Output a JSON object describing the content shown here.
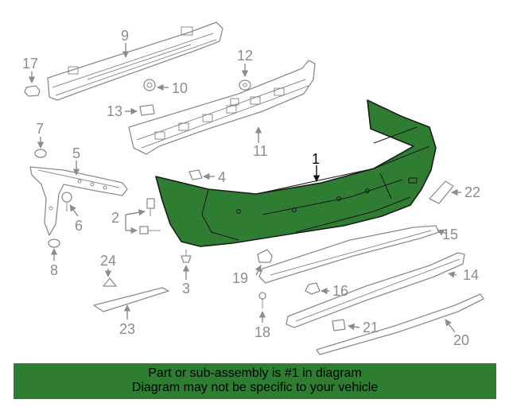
{
  "callouts": {
    "c1": "1",
    "c2": "2",
    "c3": "3",
    "c4": "4",
    "c5": "5",
    "c6": "6",
    "c7": "7",
    "c8": "8",
    "c9": "9",
    "c10": "10",
    "c11": "11",
    "c12": "12",
    "c13": "13",
    "c14": "14",
    "c15": "15",
    "c16": "16",
    "c17": "17",
    "c18": "18",
    "c19": "19",
    "c20": "20",
    "c21": "21",
    "c22": "22",
    "c23": "23",
    "c24": "24"
  },
  "highlight_color": "#2e7d32",
  "footer": {
    "line1": "Part or sub-assembly is #1 in diagram",
    "line2": "Diagram may not be specific to your vehicle"
  }
}
